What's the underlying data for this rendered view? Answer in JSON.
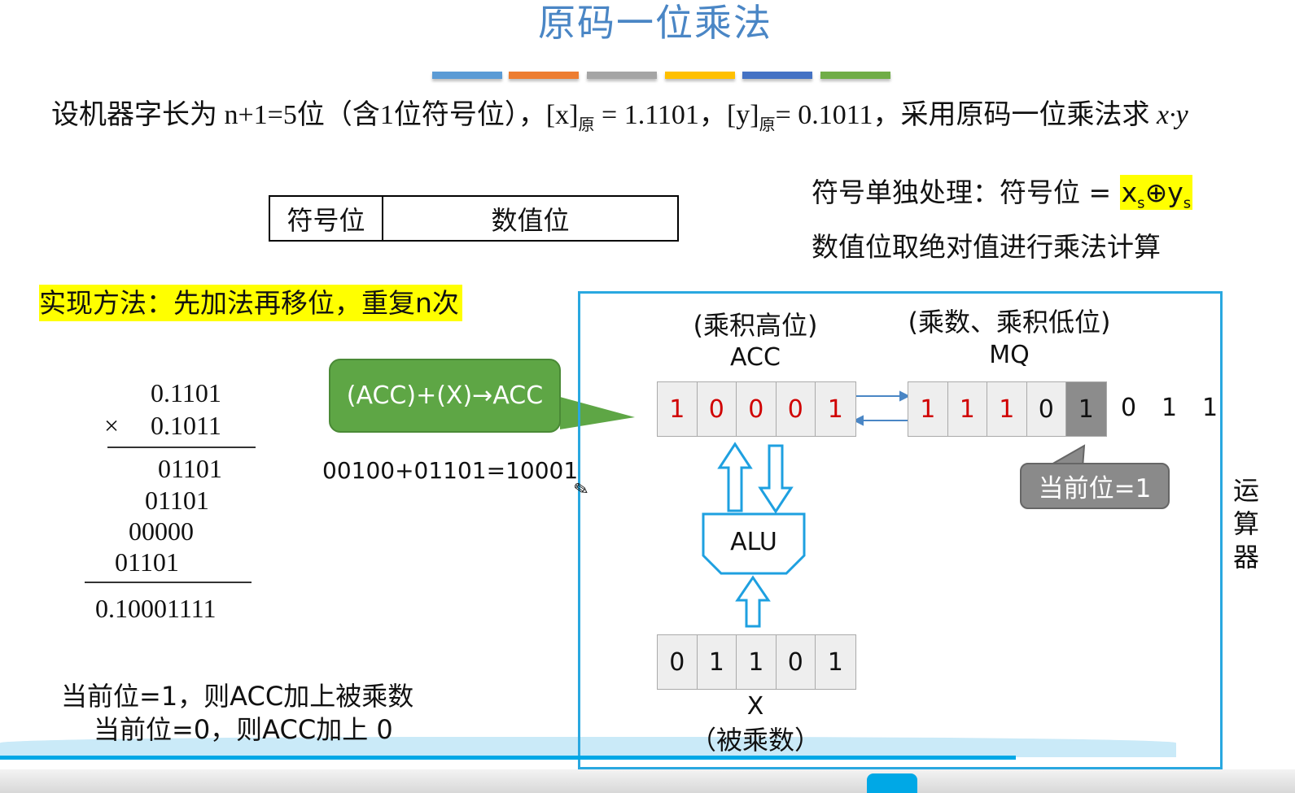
{
  "slide": {
    "title": "原码一位乘法",
    "accent_bars": [
      "#5b9bd5",
      "#ed7d31",
      "#a5a5a5",
      "#ffc000",
      "#4472c4",
      "#70ad47"
    ],
    "problem": {
      "prefix": "设机器字长为 n+1=5位（含1位符号位），",
      "x_label": "[x]",
      "x_sub": "原",
      "x_value": " = 1.1101，",
      "y_label": "[y]",
      "y_sub": "原",
      "y_value": "= 0.1011，采用原码一位乘法求 ",
      "target": "x·y"
    },
    "format_box": {
      "sign": "符号位",
      "value": "数值位"
    },
    "sign_rule": {
      "label": "符号单独处理：符号位 = ",
      "xs": "x",
      "s1": "s",
      "op": "⊕",
      "ys": "y",
      "s2": "s"
    },
    "value_rule": "数值位取绝对值进行乘法计算",
    "method": "实现方法：先加法再移位，重复n次",
    "long_mult": {
      "multiplicand": "0.1101",
      "times": "×",
      "multiplier": "0.1011",
      "partials": [
        "01101",
        "01101",
        "00000",
        "01101"
      ],
      "result": "0.10001111"
    },
    "callout_op": "(ACC)+(X)→ACC",
    "calc": "00100+01101=10001",
    "rules": [
      "当前位=1，则ACC加上被乘数",
      "当前位=0，则ACC加上 0"
    ],
    "diagram": {
      "acc_caption": "(乘积高位)",
      "acc_name": "ACC",
      "acc_bits": [
        "1",
        "0",
        "0",
        "0",
        "1"
      ],
      "mq_caption": "(乘数、乘积低位)",
      "mq_name": "MQ",
      "mq_bits": [
        "1",
        "1",
        "1",
        "0",
        "1"
      ],
      "shifted_out": [
        "0",
        "1",
        "1"
      ],
      "alu": "ALU",
      "x_bits": [
        "0",
        "1",
        "1",
        "0",
        "1"
      ],
      "x_name": "X",
      "x_caption": "（被乘数）",
      "current_bit": "当前位=1",
      "unit_label": "运算器"
    }
  }
}
